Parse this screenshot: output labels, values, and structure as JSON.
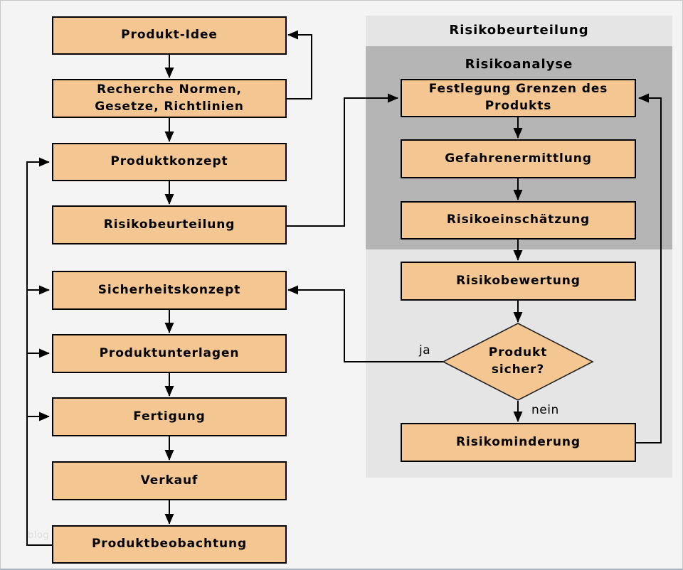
{
  "colors": {
    "background": "#F4F4F4",
    "box_fill": "#F4C792",
    "box_border": "#000000",
    "panel_light": "#E5E5E5",
    "panel_dark": "#B5B5B5",
    "line": "#000000"
  },
  "left_column": {
    "boxes": [
      {
        "label": "Produkt-Idee"
      },
      {
        "label": "Recherche Normen,\nGesetze, Richtlinien"
      },
      {
        "label": "Produktkonzept"
      },
      {
        "label": "Risikobeurteilung"
      },
      {
        "label": "Sicherheitskonzept"
      },
      {
        "label": "Produktunterlagen"
      },
      {
        "label": "Fertigung"
      },
      {
        "label": "Verkauf"
      },
      {
        "label": "Produktbeobachtung"
      }
    ]
  },
  "risk_panel": {
    "title": "Risikobeurteilung",
    "analysis_title": "Risikoanalyse",
    "analysis_boxes": [
      {
        "label": "Festlegung Grenzen des\nProdukts"
      },
      {
        "label": "Gefahrenermittlung"
      },
      {
        "label": "Risikoeinschätzung"
      }
    ],
    "evaluation_box": {
      "label": "Risikobewertung"
    },
    "decision": {
      "label": "Produkt\nsicher?",
      "yes_label": "ja",
      "no_label": "nein"
    },
    "mitigation_box": {
      "label": "Risikominderung"
    }
  },
  "watermark": "blog"
}
